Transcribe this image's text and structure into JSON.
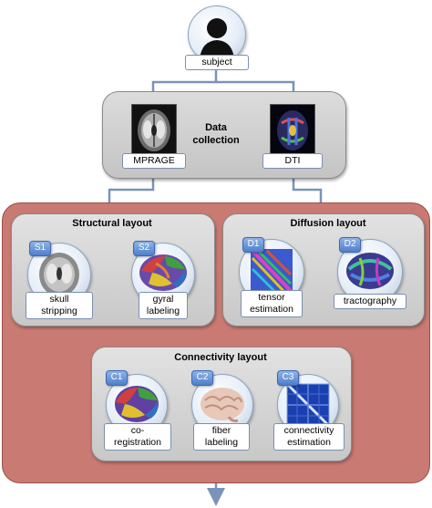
{
  "subject": {
    "label": "subject"
  },
  "data_collection": {
    "title": "Data\ncollection",
    "mprage": "MPRAGE",
    "dti": "DTI"
  },
  "structural": {
    "title": "Structural layout",
    "s1_tag": "S1",
    "s1_label": "skull\nstripping",
    "s2_tag": "S2",
    "s2_label": "gyral\nlabeling"
  },
  "diffusion": {
    "title": "Diffusion layout",
    "d1_tag": "D1",
    "d1_label": "tensor\nestimation",
    "d2_tag": "D2",
    "d2_label": "tractography"
  },
  "connectivity": {
    "title": "Connectivity layout",
    "c1_tag": "C1",
    "c1_label": "co-\nregistration",
    "c2_tag": "C2",
    "c2_label": "fiber\nlabeling",
    "c3_tag": "C3",
    "c3_label": "connectivity\nestimation"
  },
  "colors": {
    "arrow": "#7b93b8",
    "outer_panel": "#c97a72",
    "tag": "#5b86cf"
  }
}
